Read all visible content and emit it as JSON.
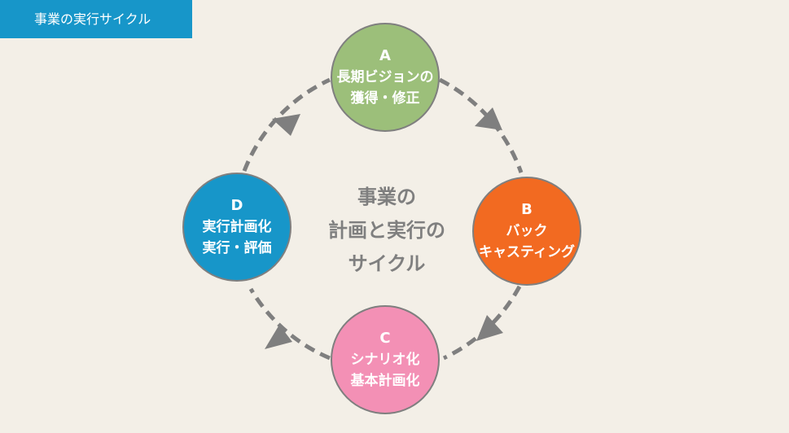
{
  "header": {
    "label": "事業の実行サイクル"
  },
  "center": {
    "line1": "事業の",
    "line2": "計画と実行の",
    "line3": "サイクル"
  },
  "nodes": [
    {
      "letter": "A",
      "line1": "長期ビジョンの",
      "line2": "獲得・修正",
      "color": "#9cbf7a"
    },
    {
      "letter": "B",
      "line1": "バック",
      "line2": "キャスティング",
      "color": "#f26a21"
    },
    {
      "letter": "C",
      "line1": "シナリオ化",
      "line2": "基本計画化",
      "color": "#f390b5"
    },
    {
      "letter": "D",
      "line1": "実行計画化",
      "line2": "実行・評価",
      "color": "#1796c9"
    }
  ],
  "colors": {
    "background": "#f3efe7",
    "header": "#1796c9",
    "connector": "#7f7f7f",
    "center_text": "#7f7f7f"
  }
}
